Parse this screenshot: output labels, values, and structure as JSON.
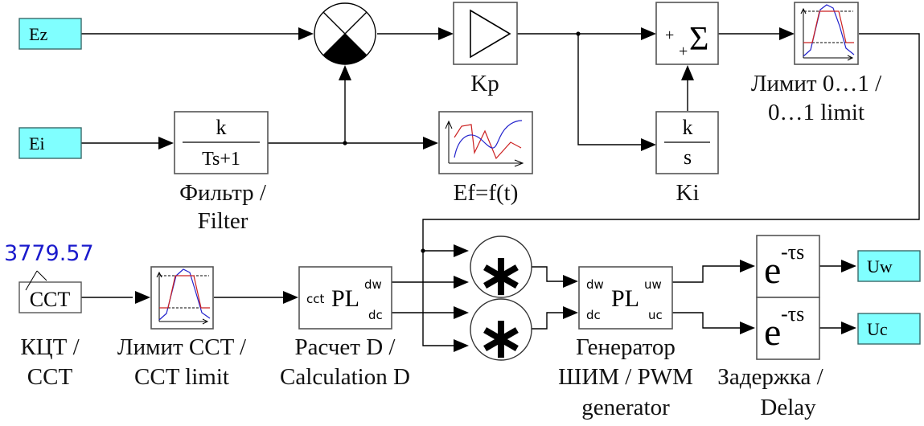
{
  "inputs": {
    "ez": "Ez",
    "ei": "Ei"
  },
  "outputs": {
    "uw": "Uw",
    "uc": "Uc"
  },
  "blocks": {
    "kp": {
      "caption": "Kp"
    },
    "sum": {
      "symbol": "Σ",
      "sign1": "+",
      "sign2": "+"
    },
    "limit01": {
      "caption_line1": "Лимит 0…1 /",
      "caption_line2": "0…1 limit"
    },
    "filter": {
      "numerator": "k",
      "denominator": "Ts+1",
      "caption_line1": "Фильтр /",
      "caption_line2": "Filter"
    },
    "scope": {
      "caption": "Ef=f(t)"
    },
    "ki": {
      "numerator": "k",
      "denominator": "s",
      "caption": "Ki"
    },
    "cct": {
      "label": "CCT",
      "readout": "3779.57",
      "caption_line1": "КЦТ /",
      "caption_line2": "CCT"
    },
    "cct_limit": {
      "caption_line1": "Лимит CCT /",
      "caption_line2": "CCT limit"
    },
    "calc_d": {
      "center": "PL",
      "port_in": "cct",
      "port_out1": "dw",
      "port_out2": "dc",
      "caption_line1": "Расчет D /",
      "caption_line2": "Calculation D"
    },
    "mult": {
      "symbol": "∗"
    },
    "pwm": {
      "center": "PL",
      "port_in1": "dw",
      "port_in2": "dc",
      "port_out1": "uw",
      "port_out2": "uc",
      "caption_line1": "Генератор",
      "caption_line2": "ШИМ / PWM",
      "caption_line3": "generator"
    },
    "delay": {
      "base": "e",
      "exponent": "-τs",
      "caption_line1": "Задержка /",
      "caption_line2": "Delay"
    }
  },
  "colors": {
    "io_fill": "#80ffff",
    "readout": "#1a1acc",
    "limit_red": "#cc2222",
    "limit_blue": "#2222cc"
  }
}
